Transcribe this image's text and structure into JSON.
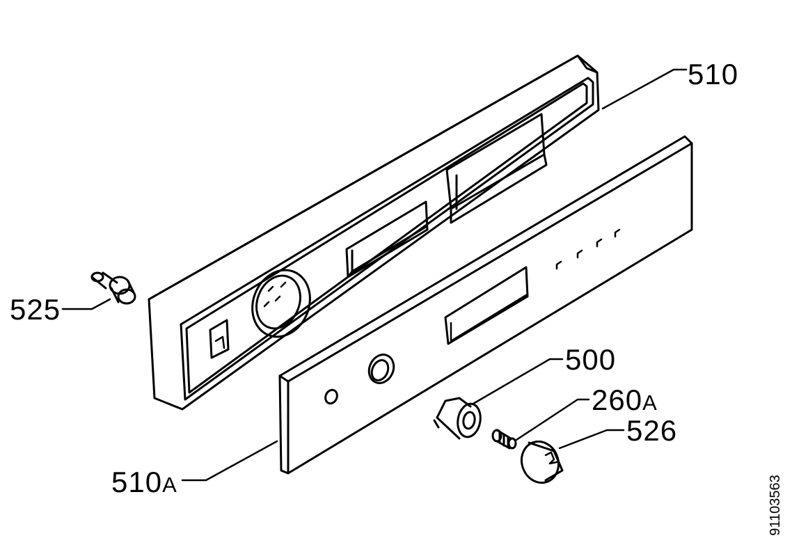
{
  "colors": {
    "ink": "#000000",
    "paper": "#ffffff"
  },
  "parts": {
    "p510": {
      "number": "510",
      "suffix": ""
    },
    "p510a": {
      "number": "510",
      "suffix": "A"
    },
    "p525": {
      "number": "525",
      "suffix": ""
    },
    "p500": {
      "number": "500",
      "suffix": ""
    },
    "p260a": {
      "number": "260",
      "suffix": "A"
    },
    "p526": {
      "number": "526",
      "suffix": ""
    }
  },
  "reference": {
    "code": "91103563"
  }
}
